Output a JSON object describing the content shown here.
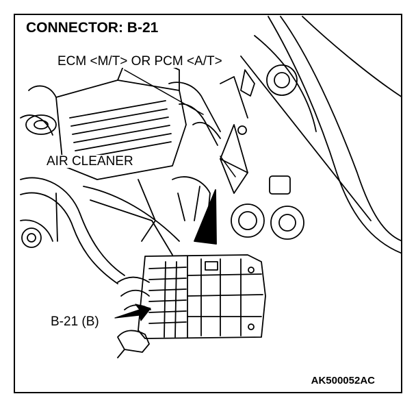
{
  "title": "CONNECTOR: B-21",
  "labels": {
    "ecm": "ECM <M/T> OR PCM <A/T>",
    "air_cleaner": "AIR CLEANER",
    "connector": "B-21 (B)"
  },
  "figure_code": "AK500052AC",
  "colors": {
    "line": "#000000",
    "background": "#ffffff"
  }
}
